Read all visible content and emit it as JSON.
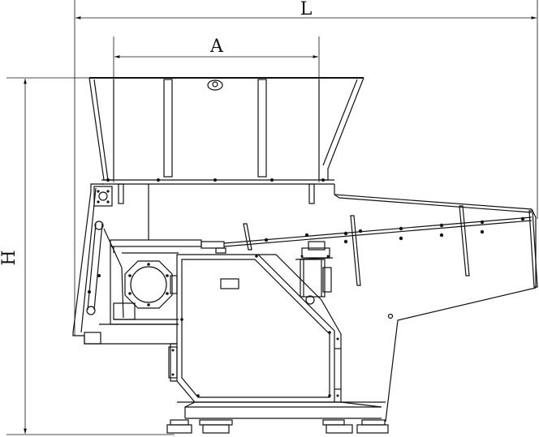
{
  "dimensions": {
    "length_label": "L",
    "width_label": "A",
    "height_label": "H"
  },
  "colors": {
    "line": "#111111",
    "background": "#ffffff"
  }
}
